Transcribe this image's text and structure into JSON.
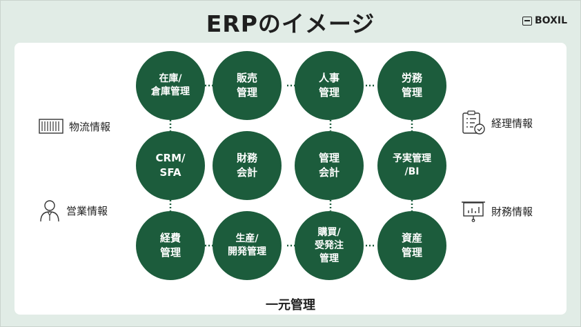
{
  "title": "ERPのイメージ",
  "brand": "BOXIL",
  "footer": "一元管理",
  "side_labels": {
    "logistics": "物流情報",
    "sales": "営業情報",
    "accounting": "経理情報",
    "financial": "財務情報"
  },
  "modules": [
    [
      "在庫/\n倉庫管理",
      "販売\n管理",
      "人事\n管理",
      "労務\n管理"
    ],
    [
      "CRM/\nSFA",
      "財務\n会計",
      "管理\n会計",
      "予実管理\n/BI"
    ],
    [
      "経費\n管理",
      "生産/\n開発管理",
      "購買/\n受発注\n管理",
      "資産\n管理"
    ]
  ],
  "colors": {
    "node": "#1c5c3c",
    "background": "#e1ece6",
    "panel": "#ffffff"
  }
}
